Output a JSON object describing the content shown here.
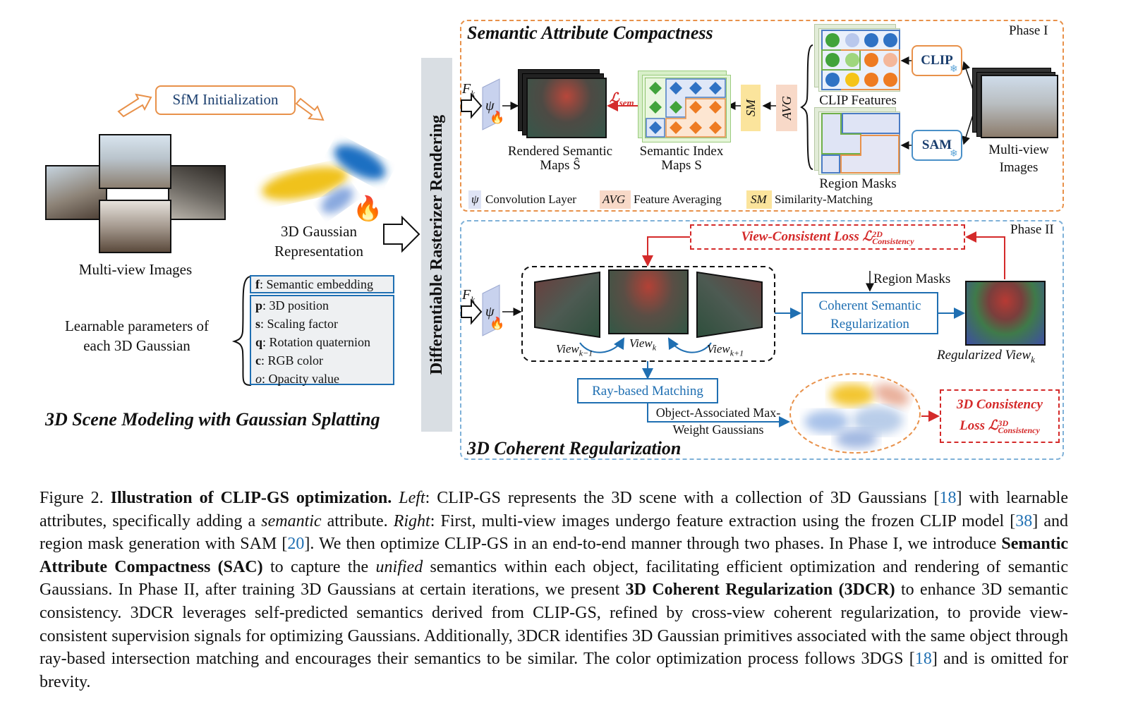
{
  "left": {
    "sfm_label": "SfM Initialization",
    "multiview_label": "Multi-view Images",
    "gaussian_label_1": "3D Gaussian",
    "gaussian_label_2": "Representation",
    "learnable_1": "Learnable parameters of",
    "learnable_2": "each 3D Gaussian",
    "params": [
      {
        "sym": "f",
        "text": ": Semantic embedding"
      },
      {
        "sym": "p",
        "text": ": 3D position"
      },
      {
        "sym": "s",
        "text": ": Scaling factor"
      },
      {
        "sym": "q",
        "text": ": Rotation quaternion"
      },
      {
        "sym": "c",
        "text": ": RGB color"
      },
      {
        "sym": "o",
        "text": ": Opacity value"
      }
    ],
    "section_title": "3D Scene Modeling with Gaussian Splatting"
  },
  "rasterizer_label": "Differentiable Rasterizer Rendering",
  "phase1": {
    "title": "Semantic Attribute Compactness",
    "phase_label": "Phase I",
    "fk": "F",
    "fk_sub": "k",
    "psi": "ψ",
    "rendered_1": "Rendered Semantic",
    "rendered_2": "Maps Ŝ",
    "loss": "ℒ",
    "loss_sub": "sem",
    "index_1": "Semantic Index",
    "index_2": "Maps S",
    "sm": "SM",
    "avg": "AVG",
    "clip_features": "CLIP Features",
    "region_masks": "Region Masks",
    "clip": "CLIP",
    "sam": "SAM",
    "multiview_1": "Multi-view",
    "multiview_2": "Images",
    "legend": [
      {
        "key": "ψ",
        "text": "Convolution Layer"
      },
      {
        "key": "AVG",
        "text": "Feature Averaging"
      },
      {
        "key": "SM",
        "text": "Similarity-Matching"
      }
    ]
  },
  "phase2": {
    "title": "3D Coherent Regularization",
    "phase_label": "Phase II",
    "view_loss": "View-Consistent Loss ℒ",
    "view_loss_sup": "2D",
    "view_loss_sub": "Consistency",
    "region_masks": "Region Masks",
    "coherent_1": "Coherent Semantic",
    "coherent_2": "Regularization",
    "view_prev": "View",
    "view_prev_sub": "k−1",
    "view_cur": "View",
    "view_cur_sub": "k",
    "view_next": "View",
    "view_next_sub": "k+1",
    "regularized": "Regularized View",
    "regularized_sub": "k",
    "ray_matching": "Ray-based Matching",
    "object_assoc_1": "Object-Associated Max-",
    "object_assoc_2": "Weight Gaussians",
    "consistency_1": "3D Consistency",
    "consistency_2": "Loss ℒ",
    "consistency_sup": "3D",
    "consistency_sub": "Consistency"
  },
  "caption": {
    "fig": "Figure 2.",
    "title": "Illustration of CLIP-GS optimization.",
    "left_word": "Left",
    "p1": ": CLIP-GS represents the 3D scene with a collection of 3D Gaussians [",
    "ref18": "18",
    "p2": "] with learnable attributes, specifically adding a ",
    "semantic_word": "semantic",
    "p3": " attribute. ",
    "right_word": "Right",
    "p4": ": First, multi-view images undergo feature extraction using the frozen CLIP model [",
    "ref38": "38",
    "p5": "] and region mask generation with SAM [",
    "ref20": "20",
    "p6": "]. We then optimize CLIP-GS in an end-to-end manner through two phases. In Phase I, we introduce ",
    "sac": "Semantic Attribute Compactness (SAC)",
    "p7": " to capture the ",
    "unified_word": "unified",
    "p8": " semantics within each object, facilitating efficient optimization and rendering of semantic Gaussians. In Phase II, after training 3D Gaussians at certain iterations, we present ",
    "dcr": "3D Coherent Regularization (3DCR)",
    "p9": " to enhance 3D semantic consistency. 3DCR leverages self-predicted semantics derived from CLIP-GS, refined by cross-view coherent regularization, to provide view-consistent supervision signals for optimizing Gaussians. Additionally, 3DCR identifies 3D Gaussian primitives associated with the same object through ray-based intersection matching and encourages their semantics to be similar. The color optimization process follows 3DGS [",
    "ref18b": "18",
    "p10": "] and is omitted for brevity."
  },
  "colors": {
    "orange": "#e8914a",
    "blue": "#1f6fb2",
    "red": "#d42a2a",
    "green": "#8fd06a",
    "gray_bar": "#d9dee3"
  }
}
